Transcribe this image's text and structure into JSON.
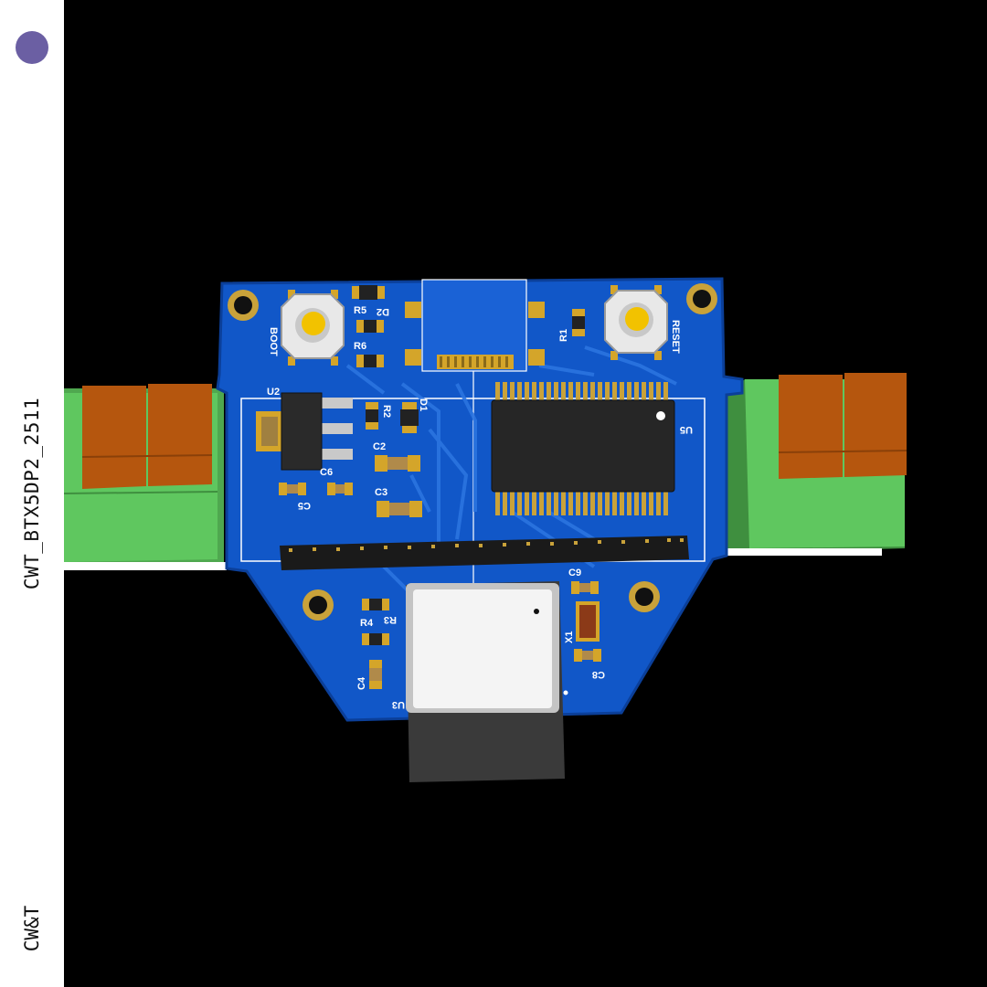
{
  "sidebar": {
    "project_name": "CWT_BTX5DP2_2511",
    "brand": "CW&T",
    "dot_color": "#6b5fa3"
  },
  "board": {
    "color": "#1157c8",
    "silk_labels": {
      "boot": "BOOT",
      "reset": "RESET",
      "r5": "R5",
      "d2": "D2",
      "r6": "R6",
      "r1": "R1",
      "u2": "U2",
      "r2": "R2",
      "d1": "D1",
      "c2": "C2",
      "c6": "C6",
      "c5": "C5",
      "c3": "C3",
      "u5": "U5",
      "c9": "C9",
      "r4": "R4",
      "r3": "R3",
      "x1": "X1",
      "c4": "C4",
      "u3": "U3",
      "c8": "C8"
    },
    "component_colors": {
      "terminal_green": "#5fc75f",
      "terminal_orange": "#b5560e",
      "ic_body": "#222222",
      "pad_gold": "#d4a52a",
      "module_white": "#f4f4f4",
      "button_yellow": "#f2c200"
    }
  }
}
